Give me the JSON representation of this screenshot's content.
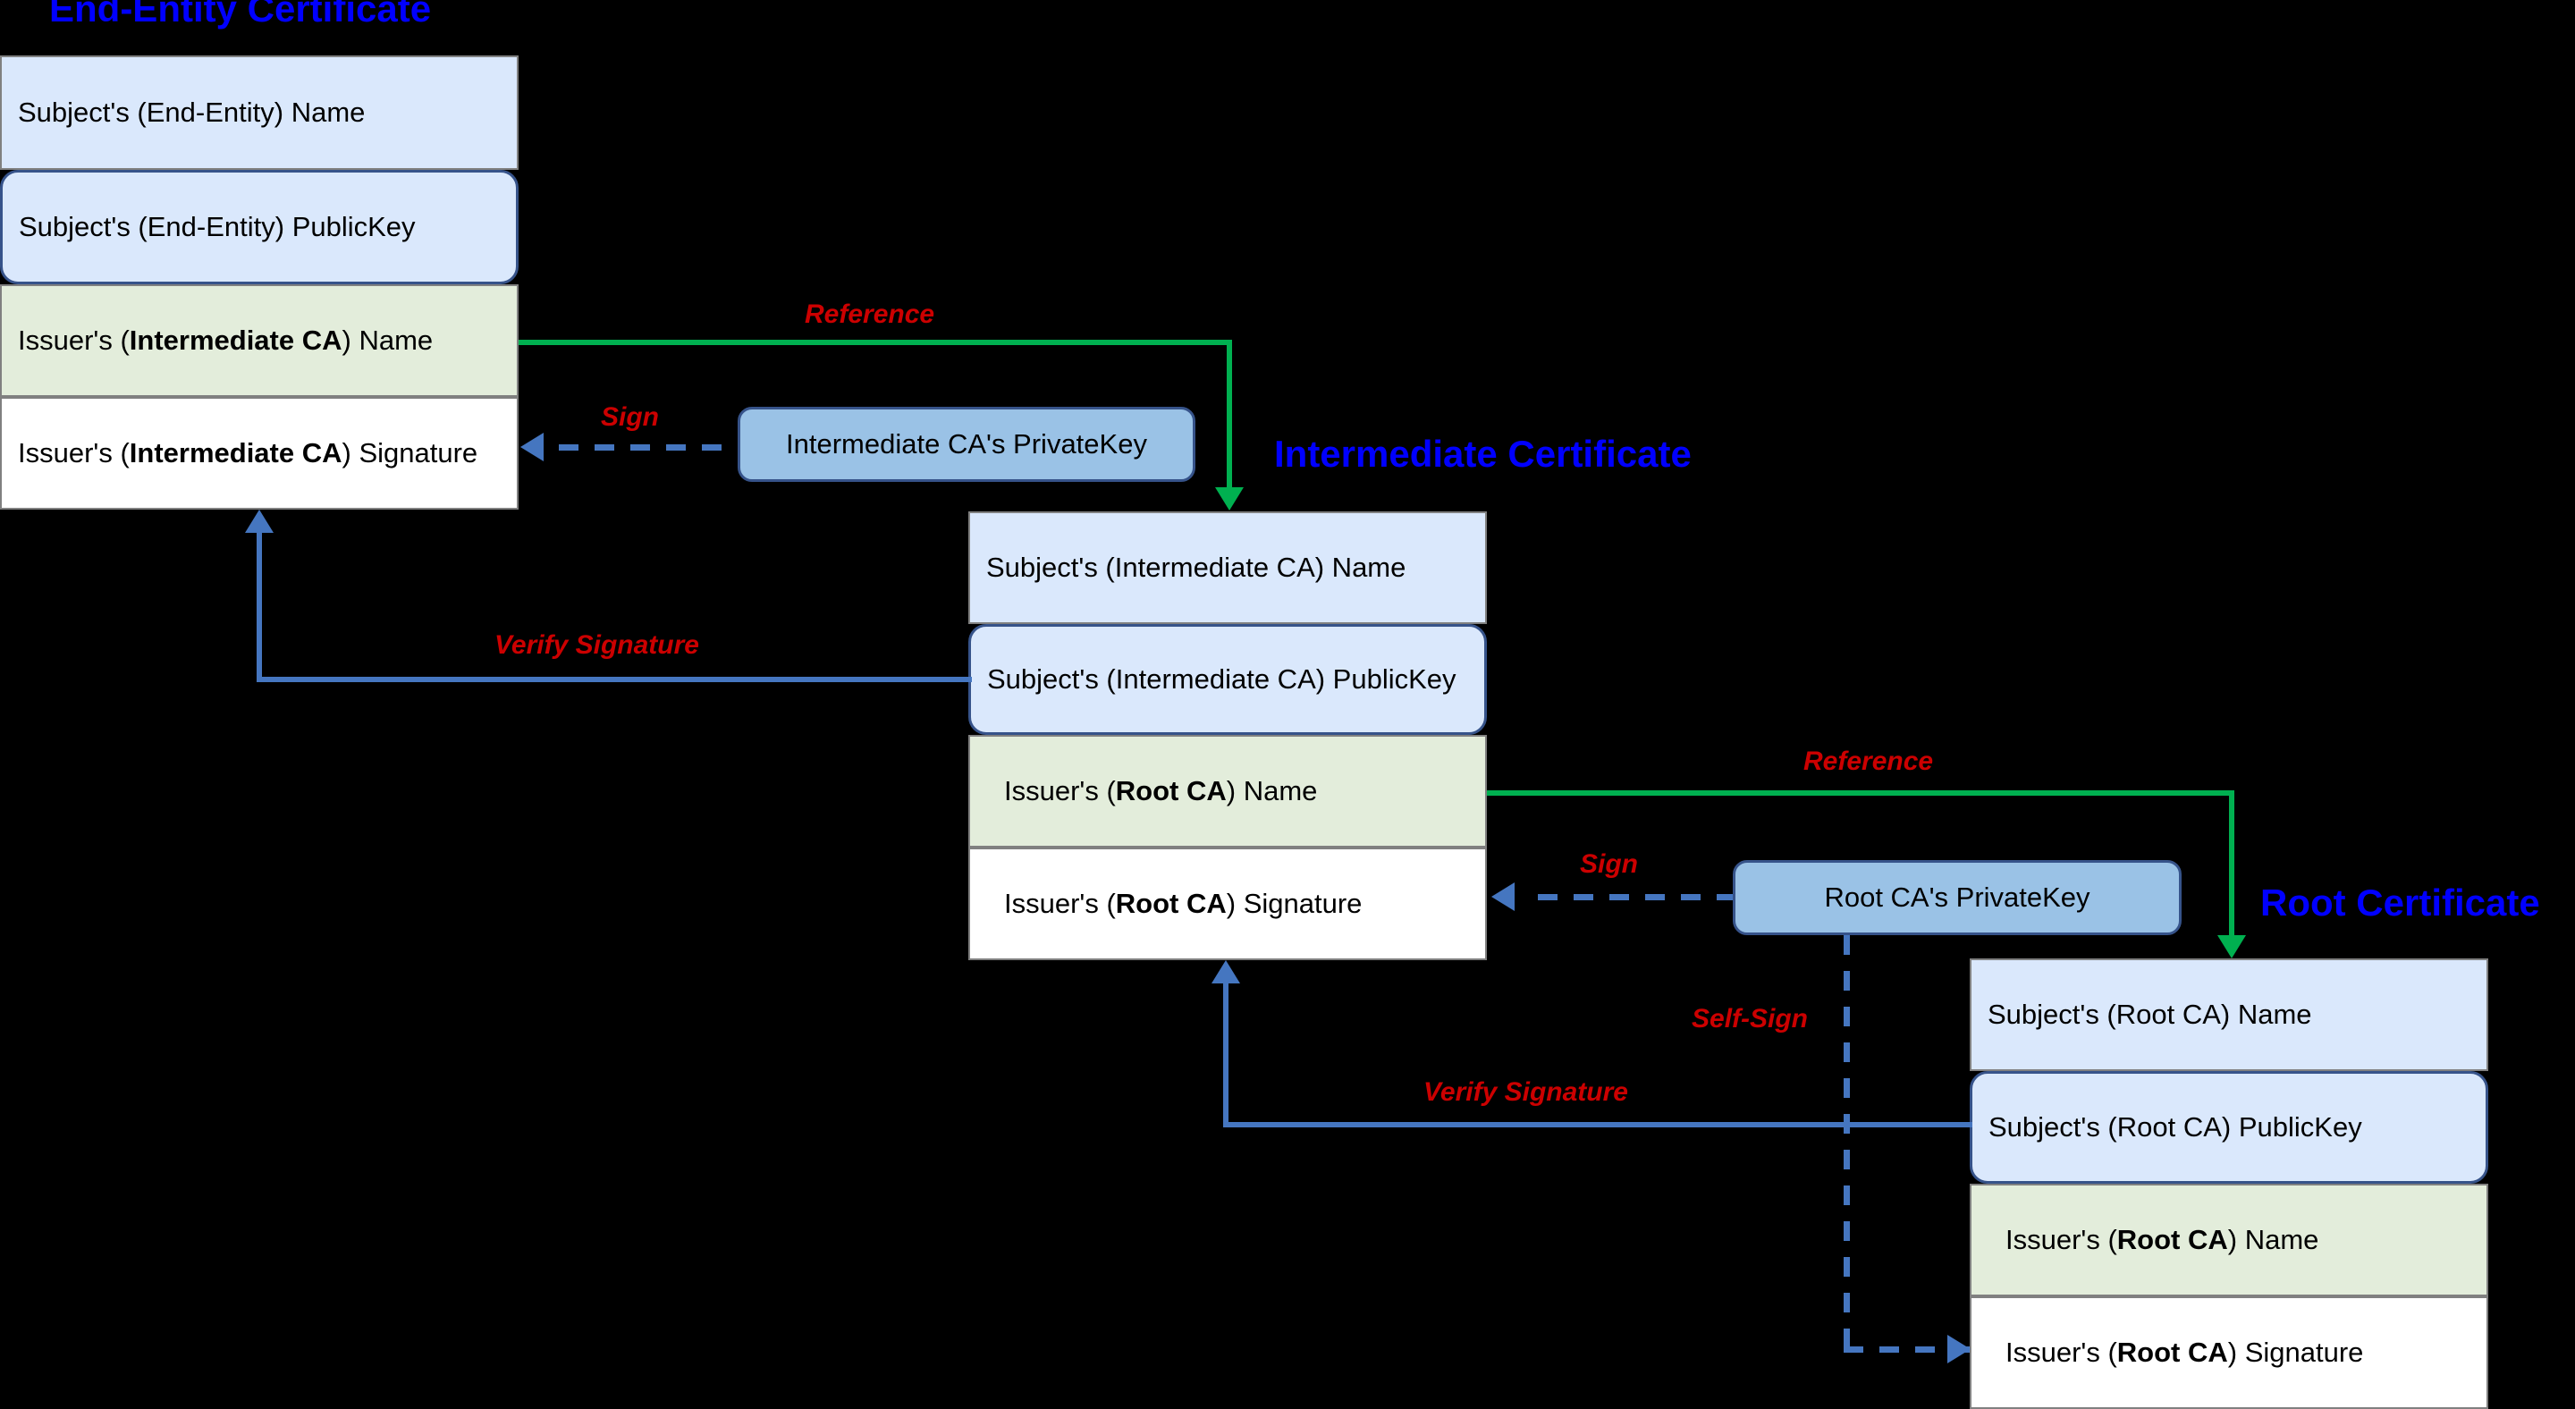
{
  "diagram": {
    "background_color": "#000000",
    "title_color": "#0000FF",
    "label_color": "#CC0000",
    "reference_edge_color": "#00B050",
    "verify_edge_color": "#4576C0",
    "sign_edge_color": "#4576C0"
  },
  "certificates": [
    {
      "id": "end-entity",
      "title": "End-Entity Certificate",
      "rows": [
        {
          "kind": "subject-name",
          "text": "Subject's (End-Entity) Name"
        },
        {
          "kind": "subject-publickey",
          "text": "Subject's (End-Entity) PublicKey"
        },
        {
          "kind": "issuer-name",
          "prefix": "Issuer's (",
          "bold": "Intermediate CA",
          "suffix": ") Name"
        },
        {
          "kind": "issuer-signature",
          "prefix": "Issuer's (",
          "bold": "Intermediate CA",
          "suffix": ") Signature"
        }
      ]
    },
    {
      "id": "intermediate",
      "title": "Intermediate Certificate",
      "rows": [
        {
          "kind": "subject-name",
          "text": "Subject's (Intermediate CA) Name"
        },
        {
          "kind": "subject-publickey",
          "text": "Subject's (Intermediate CA) PublicKey"
        },
        {
          "kind": "issuer-name",
          "prefix": "Issuer's (",
          "bold": "Root CA",
          "suffix": ") Name"
        },
        {
          "kind": "issuer-signature",
          "prefix": "Issuer's (",
          "bold": "Root CA",
          "suffix": ") Signature"
        }
      ]
    },
    {
      "id": "root",
      "title": "Root Certificate",
      "rows": [
        {
          "kind": "subject-name",
          "text": "Subject's (Root CA) Name"
        },
        {
          "kind": "subject-publickey",
          "text": "Subject's (Root CA) PublicKey"
        },
        {
          "kind": "issuer-name",
          "prefix": "Issuer's (",
          "bold": "Root CA",
          "suffix": ") Name"
        },
        {
          "kind": "issuer-signature",
          "prefix": "Issuer's (",
          "bold": "Root CA",
          "suffix": ") Signature"
        }
      ]
    }
  ],
  "keys": [
    {
      "id": "intermediate-privatekey",
      "label": "Intermediate CA's PrivateKey"
    },
    {
      "id": "root-privatekey",
      "label": "Root CA's PrivateKey"
    }
  ],
  "edges": [
    {
      "id": "reference-intermediate",
      "label": "Reference",
      "type": "solid-green"
    },
    {
      "id": "sign-intermediate",
      "label": "Sign",
      "type": "dashed-blue"
    },
    {
      "id": "verify-intermediate",
      "label": "Verify Signature",
      "type": "solid-blue"
    },
    {
      "id": "reference-root",
      "label": "Reference",
      "type": "solid-green"
    },
    {
      "id": "sign-root",
      "label": "Sign",
      "type": "dashed-blue"
    },
    {
      "id": "self-sign-root",
      "label": "Self-Sign",
      "type": "dashed-blue"
    },
    {
      "id": "verify-root",
      "label": "Verify Signature",
      "type": "solid-blue"
    }
  ]
}
